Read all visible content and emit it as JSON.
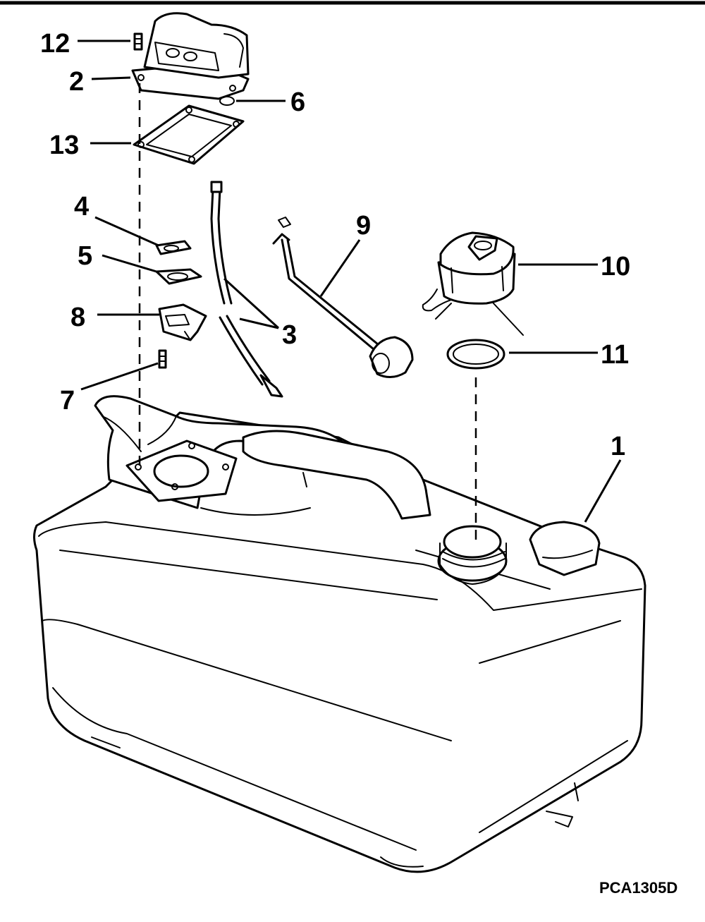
{
  "diagram": {
    "drawing_code": "PCA1305D",
    "callouts": [
      "12",
      "2",
      "6",
      "13",
      "4",
      "5",
      "8",
      "3",
      "7",
      "9",
      "10",
      "11",
      "1"
    ]
  }
}
